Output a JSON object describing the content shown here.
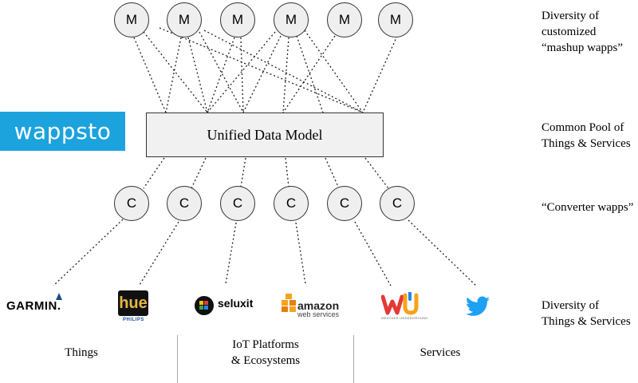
{
  "mashup_nodes": [
    "M",
    "M",
    "M",
    "M",
    "M",
    "M"
  ],
  "converter_nodes": [
    "C",
    "C",
    "C",
    "C",
    "C",
    "C"
  ],
  "central_box": "Unified Data Model",
  "brand": "wappsto",
  "right_labels": {
    "mashup": [
      "Diversity of",
      "customized",
      "“mashup wapps”"
    ],
    "pool": [
      "Common Pool of",
      "Things & Services"
    ],
    "converter": [
      "“Converter wapps”"
    ],
    "diversity": [
      "Diversity of",
      "Things & Services"
    ]
  },
  "logos": {
    "garmin": "GARMIN.",
    "hue": "hue",
    "philips": "PHILIPS",
    "seluxit": "seluxit",
    "amazon": "amazon",
    "amazon_sub": "web services",
    "wu_sub": "WEATHER UNDERGROUND"
  },
  "bottom_labels": {
    "things": "Things",
    "platforms": [
      "IoT Platforms",
      "& Ecosystems"
    ],
    "services": "Services"
  },
  "colors": {
    "brand": "#1ca3dd",
    "twitter": "#1da1f2",
    "amazon_orange": "#f7a21b",
    "garmin_blue": "#1b4b8a"
  }
}
